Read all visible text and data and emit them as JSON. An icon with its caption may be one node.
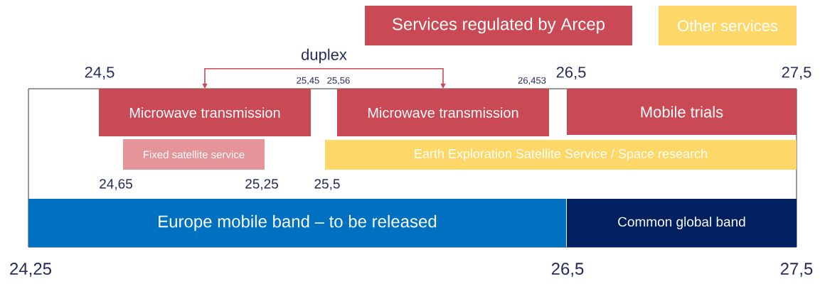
{
  "diagram": {
    "nodes": [
      {
        "text": [
          "Microwave transmission"
        ]
      },
      {
        "text": [
          "Microwave transmission"
        ]
      },
      {
        "text": [
          "Mobile trials"
        ]
      },
      {
        "text": [
          "Fixed satellite service"
        ]
      },
      {
        "text": [
          "Earth Exploration Satellite Service / Space research"
        ]
      },
      {
        "text": [
          "Europe mobile band – to be released"
        ]
      },
      {
        "text": [
          "Common global band"
        ]
      }
    ],
    "edges": [
      {
        "from": 0,
        "to": 1,
        "arrow": "both",
        "label": "duplex"
      }
    ],
    "labels": [
      "24,5",
      "25,45",
      "25,56",
      "26,453",
      "26,5",
      "27,5",
      "24,65",
      "25,25",
      "25,5",
      "24,25",
      "26,5",
      "27,5"
    ],
    "legend": [
      {
        "text": "Services regulated by Arcep",
        "color": "#c94a55"
      },
      {
        "text": "Other services",
        "color": "#fdd767"
      }
    ]
  }
}
